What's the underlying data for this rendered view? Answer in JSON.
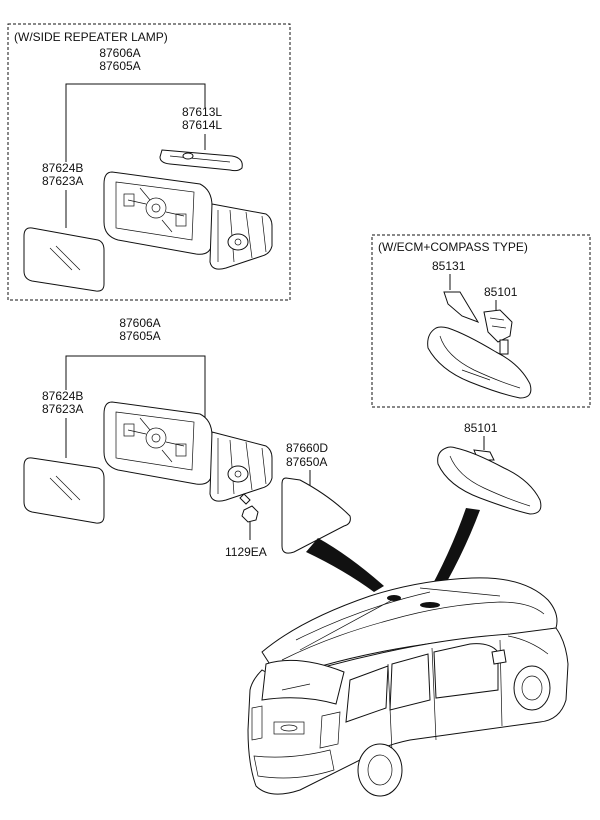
{
  "boxes": {
    "side_repeater": {
      "title": "(W/SIDE REPEATER LAMP)"
    },
    "ecm_compass": {
      "title": "(W/ECM+COMPASS TYPE)"
    }
  },
  "labels": {
    "top_mirror_assy_1": "87606A",
    "top_mirror_assy_2": "87605A",
    "top_repeater_1": "87613L",
    "top_repeater_2": "87614L",
    "top_glass_1": "87624B",
    "top_glass_2": "87623A",
    "mid_mirror_assy_1": "87606A",
    "mid_mirror_assy_2": "87605A",
    "mid_glass_1": "87624B",
    "mid_glass_2": "87623A",
    "garnish_1": "87660D",
    "garnish_2": "87650A",
    "screw": "1129EA",
    "ecm_cover": "85131",
    "ecm_mirror": "85101",
    "inside_mirror": "85101"
  },
  "colors": {
    "line": "#111111",
    "background": "#ffffff"
  }
}
